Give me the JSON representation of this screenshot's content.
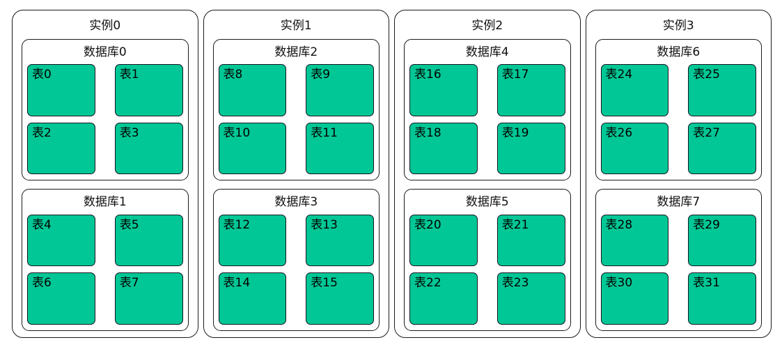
{
  "diagram": {
    "title_hidden": "",
    "colors": {
      "table_fill": "#00C795",
      "node_border": "#1a1a1a",
      "background": "#ffffff",
      "text": "#101010"
    }
  },
  "instances": [
    {
      "label": "实例0",
      "databases": [
        {
          "label": "数据库0",
          "tables": [
            "表0",
            "表1",
            "表2",
            "表3"
          ]
        },
        {
          "label": "数据库1",
          "tables": [
            "表4",
            "表5",
            "表6",
            "表7"
          ]
        }
      ]
    },
    {
      "label": "实例1",
      "databases": [
        {
          "label": "数据库2",
          "tables": [
            "表8",
            "表9",
            "表10",
            "表11"
          ]
        },
        {
          "label": "数据库3",
          "tables": [
            "表12",
            "表13",
            "表14",
            "表15"
          ]
        }
      ]
    },
    {
      "label": "实例2",
      "databases": [
        {
          "label": "数据库4",
          "tables": [
            "表16",
            "表17",
            "表18",
            "表19"
          ]
        },
        {
          "label": "数据库5",
          "tables": [
            "表20",
            "表21",
            "表22",
            "表23"
          ]
        }
      ]
    },
    {
      "label": "实例3",
      "databases": [
        {
          "label": "数据库6",
          "tables": [
            "表24",
            "表25",
            "表26",
            "表27"
          ]
        },
        {
          "label": "数据库7",
          "tables": [
            "表28",
            "表29",
            "表30",
            "表31"
          ]
        }
      ]
    }
  ]
}
